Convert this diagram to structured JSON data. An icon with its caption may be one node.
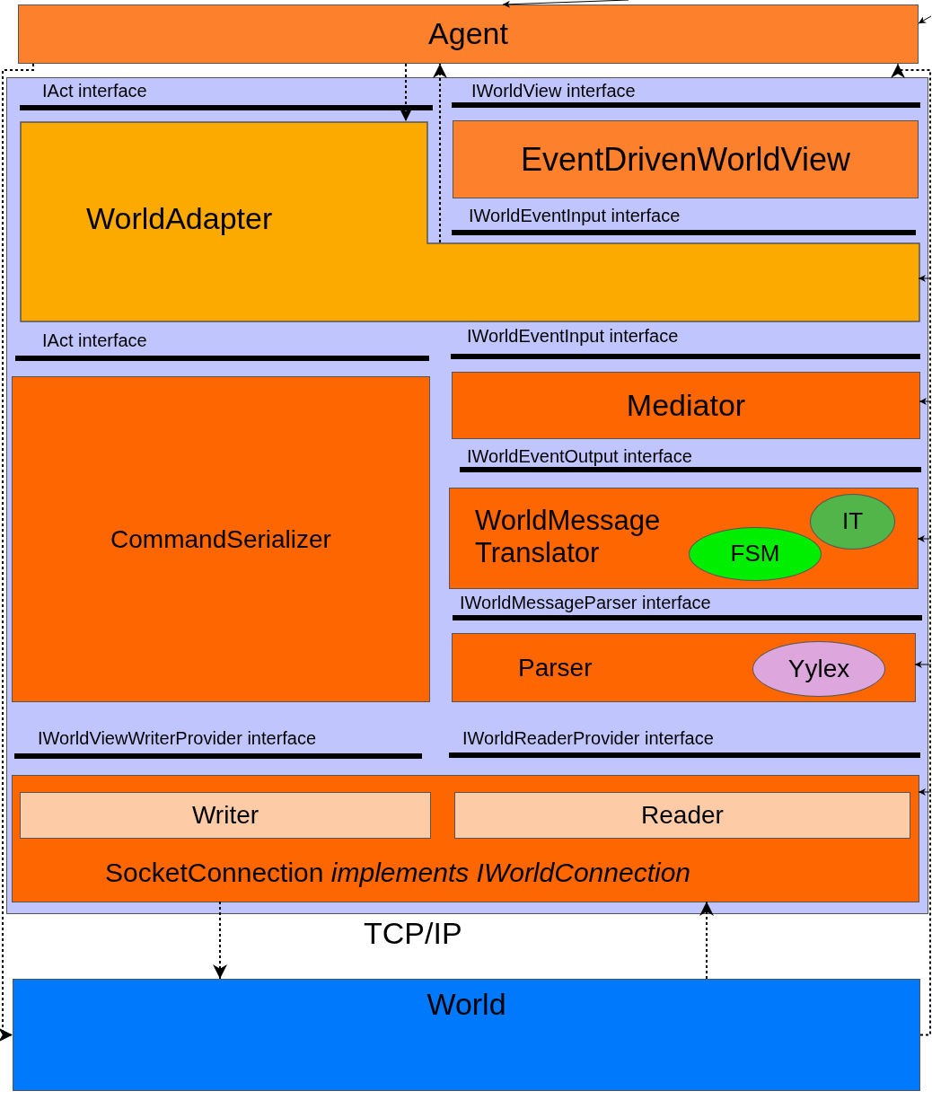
{
  "diagram": {
    "nodes": [
      {
        "text": [
          "Agent"
        ]
      },
      {
        "text": [],
        "shape": "box"
      },
      {
        "text": [
          "WorldAdapter"
        ],
        "in": 1
      },
      {
        "text": [
          "EventDrivenWorldView"
        ],
        "in": 1
      },
      {
        "text": [
          "CommandSerializer"
        ],
        "in": 1
      },
      {
        "text": [
          "Mediator"
        ],
        "in": 1
      },
      {
        "text": [
          "WorldMessage Translator"
        ],
        "in": 1
      },
      {
        "text": [
          "IT"
        ],
        "in": 6
      },
      {
        "text": [
          "FSM"
        ],
        "in": 6
      },
      {
        "text": [
          "Parser"
        ],
        "in": 1
      },
      {
        "text": [
          "Yylex"
        ],
        "in": 9
      },
      {
        "text": [
          "SocketConnection *implements IWorldConnection*"
        ],
        "in": 1
      },
      {
        "text": [
          "Writer"
        ],
        "in": 11
      },
      {
        "text": [
          "Reader"
        ],
        "in": 11
      },
      {
        "text": [
          "World"
        ]
      }
    ],
    "edges": [
      {
        "from": 0,
        "to": 14,
        "arrow": "to",
        "style": "dashed"
      },
      {
        "from": 14,
        "to": 0,
        "arrow": "to",
        "style": "dashed"
      },
      {
        "from": 0,
        "to": 2,
        "arrow": "to",
        "style": "dashed"
      },
      {
        "from": 2,
        "to": 0,
        "arrow": "to",
        "style": "dashed"
      },
      {
        "from": 11,
        "to": 14,
        "arrow": "to",
        "style": "dashed"
      },
      {
        "from": 14,
        "to": 11,
        "arrow": "to",
        "style": "dashed"
      },
      {
        "from": null,
        "to": 0,
        "arrow": "to"
      },
      {
        "from": null,
        "to": 0,
        "arrow": "to"
      },
      {
        "from": null,
        "to": 2,
        "arrow": "to"
      },
      {
        "from": null,
        "to": 5,
        "arrow": "to"
      },
      {
        "from": null,
        "to": 6,
        "arrow": "to"
      },
      {
        "from": null,
        "to": 9,
        "arrow": "to"
      },
      {
        "from": null,
        "to": 11,
        "arrow": "to"
      }
    ],
    "labels": [
      "IAct interface",
      "IWorldView interface",
      "IWorldEventInput interface",
      "IAct interface",
      "IWorldEventInput interface",
      "IWorldEventOutput interface",
      "IWorldMessageParser interface",
      "IWorldViewWriterProvider interface",
      "IWorldReaderProvider interface",
      "TCP/IP"
    ]
  }
}
